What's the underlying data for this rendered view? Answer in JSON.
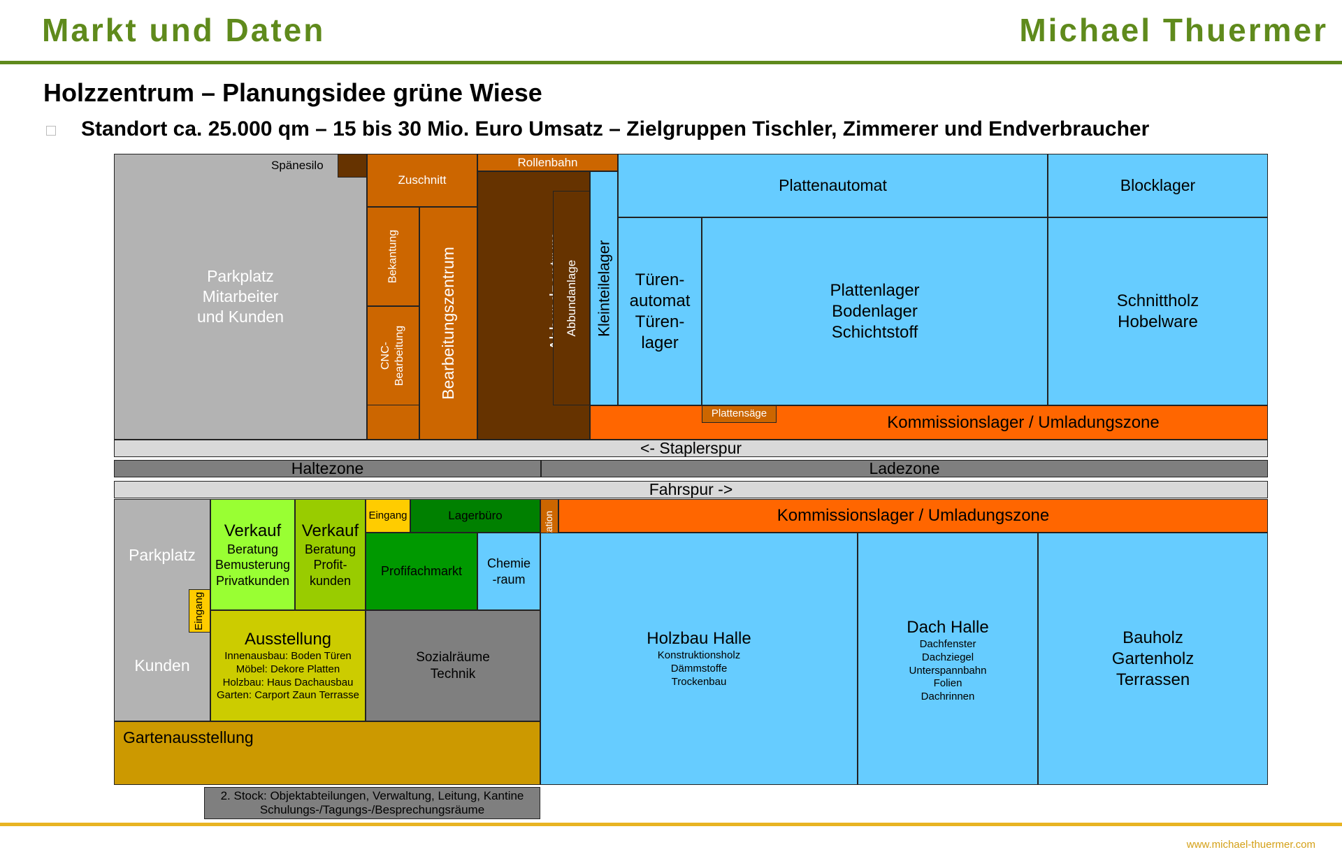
{
  "header": {
    "left_title": "Markt und Daten",
    "right_title": "Michael Thuermer",
    "title": "Holzzentrum – Planungsidee grüne Wiese",
    "subtitle": "Standort ca. 25.000 qm – 15 bis 30 Mio. Euro Umsatz – Zielgruppen Tischler, Zimmerer und Endverbraucher"
  },
  "footer": {
    "url": "www.michael-thuermer.com"
  },
  "colors": {
    "header_green": "#5f8a1c",
    "footer_gold": "#e8b422",
    "grey_area": "#b3b3b3",
    "wood_orange": "#cc6600",
    "dark_brown": "#663300",
    "light_blue": "#66ccff",
    "bright_orange": "#ff6600",
    "dark_grey": "#7f7f7f",
    "light_grey": "#d9d9d9",
    "lime": "#99ff33",
    "olive_green": "#99cc00",
    "green": "#009900",
    "dark_green": "#008000",
    "yellow_olive": "#cccc00",
    "mustard": "#cc9900",
    "yellow": "#ffcc00"
  },
  "plan": {
    "spaenesilo": "Spänesilo",
    "parkplatz_top": [
      "Parkplatz",
      "Mitarbeiter",
      "und Kunden"
    ],
    "zuschnitt": "Zuschnitt",
    "rollenbahn": "Rollenbahn",
    "bekantung": "Bekantung",
    "cnc": [
      "CNC-",
      "Bearbeitung"
    ],
    "bearbeitungszentrum": "Bearbeitungszentrum",
    "abbundzentrum": "Abbundzentrum",
    "abbundanlage": "Abbundanlage",
    "kleinteilelager": "Kleinteilelager",
    "plattenautomat": "Plattenautomat",
    "blocklager": "Blocklager",
    "tuerenautomat": [
      "Türen-",
      "automat",
      "Türen-",
      "lager"
    ],
    "plattenlager": [
      "Plattenlager",
      "Bodenlager",
      "Schichtstoff"
    ],
    "schnittholz": [
      "Schnittholz",
      "Hobelware"
    ],
    "plattensaege": "Plattensäge",
    "kommissionslager_top": "Kommissionslager / Umladungszone",
    "staplerspur": "<- Staplerspur",
    "haltezone": "Haltezone",
    "ladezone": "Ladezone",
    "fahrspur": "Fahrspur ->",
    "parkplatz_bottom": "Parkplatz",
    "kunden": "Kunden",
    "eingang_left": "Eingang",
    "verkauf1": {
      "title": "Verkauf",
      "lines": [
        "Beratung",
        "Bemusterung",
        "Privatkunden"
      ]
    },
    "verkauf2": {
      "title": "Verkauf",
      "lines": [
        "Beratung",
        "Profit-",
        "kunden"
      ]
    },
    "eingang_top": "Eingang",
    "lagerbuero": "Lagerbüro",
    "profifachmarkt": "Profifachmarkt",
    "chemieraum": [
      "Chemie",
      "-raum"
    ],
    "kappstation": "Kappstation",
    "kommissionslager_bottom": "Kommissionslager / Umladungszone",
    "ausstellung": {
      "title": "Ausstellung",
      "lines": [
        "Innenausbau: Boden Türen",
        "Möbel: Dekore Platten",
        "Holzbau: Haus Dachausbau",
        "Garten: Carport Zaun Terrasse"
      ]
    },
    "sozialraeume": [
      "Sozialräume",
      "Technik"
    ],
    "holzbau_halle": {
      "title": "Holzbau Halle",
      "lines": [
        "Konstruktionsholz",
        "Dämmstoffe",
        "Trockenbau"
      ]
    },
    "dach_halle": {
      "title": "Dach Halle",
      "lines": [
        "Dachfenster",
        "Dachziegel",
        "Unterspannbahn",
        "Folien",
        "Dachrinnen"
      ]
    },
    "bauholz": [
      "Bauholz",
      "Gartenholz",
      "Terrassen"
    ],
    "gartenausstellung": "Gartenausstellung",
    "stock2": [
      "2. Stock: Objektabteilungen, Verwaltung, Leitung, Kantine",
      "Schulungs-/Tagungs-/Besprechungsräume"
    ]
  }
}
